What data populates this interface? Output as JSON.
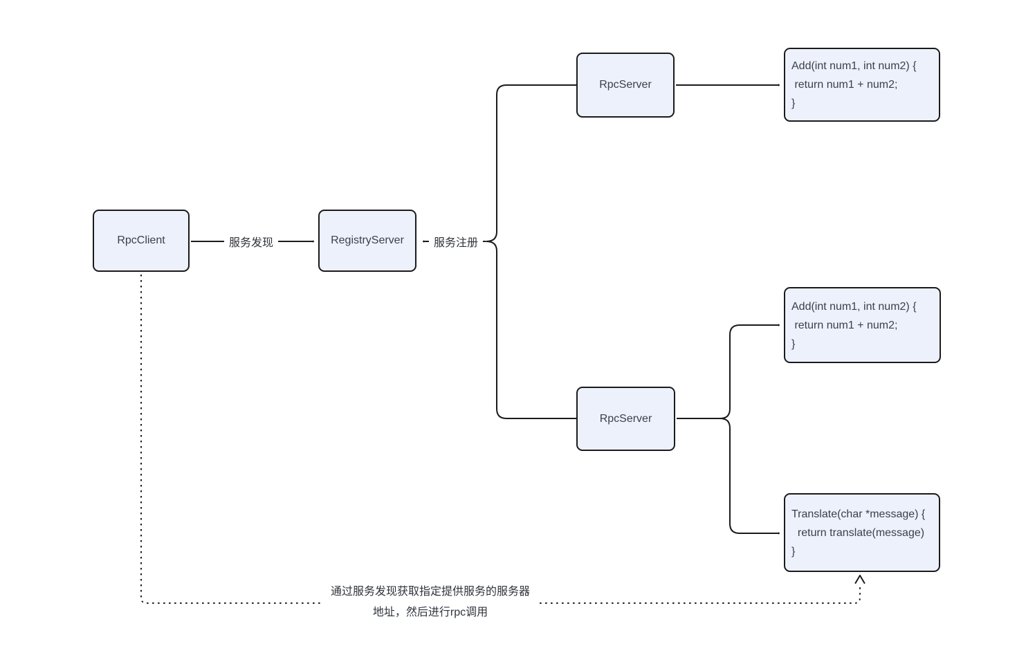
{
  "nodes": {
    "rpc_client": {
      "label": "RpcClient"
    },
    "registry_server": {
      "label": "RegistryServer"
    },
    "rpc_server_top": {
      "label": "RpcServer"
    },
    "rpc_server_bottom": {
      "label": "RpcServer"
    },
    "code_add_top": {
      "line1": "Add(int num1, int num2) {",
      "line2": " return num1 + num2;",
      "line3": "}"
    },
    "code_add_bottom": {
      "line1": "Add(int num1, int num2) {",
      "line2": " return num1 + num2;",
      "line3": "}"
    },
    "code_translate": {
      "line1": "Translate(char *message) {",
      "line2": "  return translate(message)",
      "line3": "}"
    }
  },
  "edges": {
    "service_discovery_label": "服务发现",
    "service_register_label": "服务注册",
    "note_line1": "通过服务发现获取指定提供服务的服务器",
    "note_line2": "地址，然后进行rpc调用"
  },
  "colors": {
    "background": "#ffffff",
    "node_fill": "#edf1fb",
    "stroke": "#1a1a1a",
    "text": "#3a3f49"
  }
}
